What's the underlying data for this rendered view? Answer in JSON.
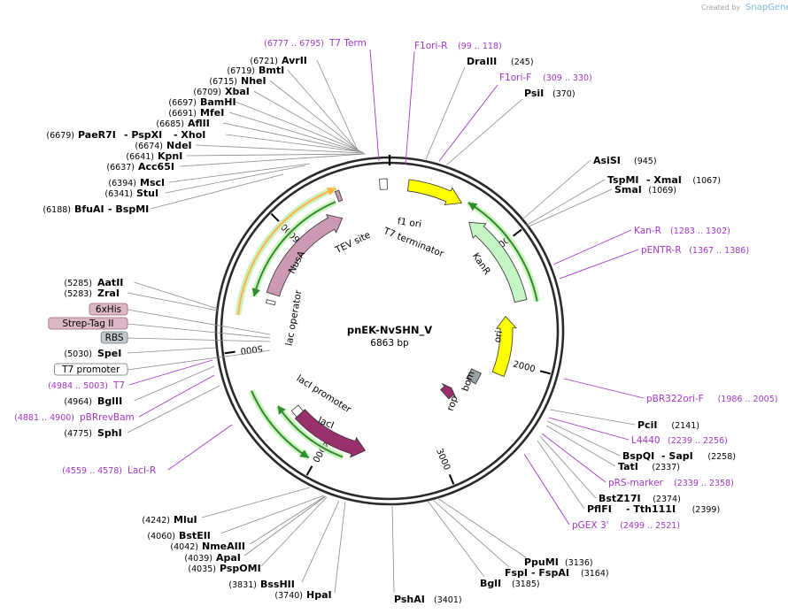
{
  "plasmid": {
    "name": "pnEK-NvSHN_V",
    "size_label": "6863 bp",
    "length": 6863
  },
  "branding": {
    "created_by": "Created by",
    "product": "SnapGene"
  },
  "ticks": [
    {
      "pos": 1000,
      "label": "1000"
    },
    {
      "pos": 2000,
      "label": "2000"
    },
    {
      "pos": 3000,
      "label": "3000"
    },
    {
      "pos": 4000,
      "label": "4000"
    },
    {
      "pos": 5000,
      "label": "5000"
    },
    {
      "pos": 6000,
      "label": "6000"
    }
  ],
  "features": [
    {
      "id": "nusa",
      "label": "NusA",
      "start": 5480,
      "end": 6430,
      "ring": 138,
      "width": 15,
      "dir": 1,
      "color": "#cc99b3"
    },
    {
      "id": "laci",
      "label": "lacI",
      "start": 3650,
      "end": 4330,
      "ring": 138,
      "width": 15,
      "dir": -1,
      "color": "#99306b"
    },
    {
      "id": "kanr",
      "label": "KanR",
      "start": 690,
      "end": 1470,
      "ring": 152,
      "width": 14,
      "dir": -1,
      "color": "#c4f5c4"
    },
    {
      "id": "ori",
      "label": "ori",
      "start": 1580,
      "end": 2130,
      "ring": 132,
      "width": 14,
      "dir": -1,
      "color": "#ffff00"
    },
    {
      "id": "f1ori",
      "label": "f1 ori",
      "start": 140,
      "end": 560,
      "ring": 166,
      "width": 13,
      "dir": 1,
      "color": "#ffff00"
    },
    {
      "id": "rop",
      "label": "rop",
      "start": 2530,
      "end": 2650,
      "ring": 95,
      "width": 14,
      "dir": -1,
      "color": "#99306b"
    },
    {
      "id": "bom",
      "label": "bom",
      "start": 2190,
      "end": 2320,
      "ring": 108,
      "width": 12,
      "dir": 0,
      "color": "#99a3a6"
    },
    {
      "id": "tev",
      "label": "TEV site",
      "start": 6455,
      "end": 6485,
      "ring": 163,
      "width": 12,
      "dir": 0,
      "color": "#cc99b3"
    },
    {
      "id": "t7term",
      "label": "T7 terminator",
      "start": 6790,
      "end": 6845,
      "ring": 166,
      "width": 12,
      "dir": 0,
      "color": "#ffffff"
    },
    {
      "id": "lacprom",
      "label": "lacI promoter",
      "start": 4330,
      "end": 4400,
      "ring": 138,
      "width": 10,
      "dir": 0,
      "color": "#ffffff"
    },
    {
      "id": "lacop",
      "label": "lac operator",
      "start": 5390,
      "end": 5420,
      "ring": 138,
      "width": 10,
      "dir": 0,
      "color": "#ffffff"
    }
  ],
  "thin_arrows": [
    {
      "start": 5260,
      "end": 6470,
      "ring": 172,
      "color": "#ffb347",
      "dir": 1
    },
    {
      "start": 5420,
      "end": 6430,
      "ring": 158,
      "color": "#2e8b2e",
      "dir": -1
    },
    {
      "start": 3820,
      "end": 4500,
      "ring": 152,
      "color": "#2e8b2e",
      "dir": 1
    },
    {
      "start": 4050,
      "end": 4700,
      "ring": 170,
      "color": "#2e8b2e",
      "dir": -1
    },
    {
      "start": 600,
      "end": 1500,
      "ring": 170,
      "color": "#2e8b2e",
      "dir": -1
    }
  ],
  "sites_top_left": [
    {
      "coord": "(6777 .. 6795)",
      "name": "T7 Term",
      "primer": true
    },
    {
      "coord": "(6721)",
      "name": "AvrII"
    },
    {
      "coord": "(6719)",
      "name": "BmtI"
    },
    {
      "coord": "(6715)",
      "name": "NheI"
    },
    {
      "coord": "(6709)",
      "name": "XbaI"
    },
    {
      "coord": "(6697)",
      "name": "BamHI"
    },
    {
      "coord": "(6691)",
      "name": "MfeI"
    },
    {
      "coord": "(6685)",
      "name": "AflII"
    },
    {
      "coord": "(6679)",
      "name": "PaeR7I",
      "name2": "- PspXI",
      "name3": "- XhoI"
    },
    {
      "coord": "(6674)",
      "name": "NdeI"
    },
    {
      "coord": "(6641)",
      "name": "KpnI"
    },
    {
      "coord": "(6637)",
      "name": "Acc65I"
    },
    {
      "coord": "(6394)",
      "name": "MscI"
    },
    {
      "coord": "(6341)",
      "name": "StuI"
    },
    {
      "coord": "(6188)",
      "name": "BfuAI",
      "name2": "- BspMI"
    }
  ],
  "sites_left": [
    {
      "coord": "(5285)",
      "name": "AatII"
    },
    {
      "coord": "(5283)",
      "name": "ZraI"
    },
    {
      "box": "6xHis",
      "fill": "#dcb7c6",
      "stroke": "#a0607a"
    },
    {
      "box": "Strep-Tag II",
      "fill": "#dcb7c6",
      "stroke": "#a0607a"
    },
    {
      "box": "RBS",
      "fill": "#c3c9cc",
      "stroke": "#6a7478"
    },
    {
      "coord": "(5030)",
      "name": "SpeI"
    },
    {
      "box": "T7 promoter",
      "fill": "#ffffff",
      "stroke": "#6a7478"
    },
    {
      "pcoord": "(4984 .. 5003)",
      "primer_name": "T7"
    },
    {
      "coord": "(4964)",
      "name": "BglII"
    },
    {
      "pcoord": "(4881 .. 4900)",
      "primer_name": "pBRrevBam"
    },
    {
      "coord": "(4775)",
      "name": "SphI"
    },
    {
      "pcoord": "(4559 .. 4578)",
      "primer_name": "LacI-R"
    }
  ],
  "sites_top_right": [
    {
      "primer_name": "F1ori-R",
      "pcoord": "(99 .. 118)"
    },
    {
      "name": "DraIII",
      "coord": "(245)"
    },
    {
      "primer_name": "F1ori-F",
      "pcoord": "(309 .. 330)"
    },
    {
      "name": "PsiI",
      "coord": "(370)"
    }
  ],
  "sites_right": [
    {
      "name": "AsiSI",
      "coord": "(945)"
    },
    {
      "name": "TspMI",
      "name2": "- XmaI",
      "coord": "(1067)"
    },
    {
      "name": "SmaI",
      "coord": "(1069)"
    },
    {
      "primer_name": "Kan-R",
      "pcoord": "(1283 .. 1302)"
    },
    {
      "primer_name": "pENTR-R",
      "pcoord": "(1367 .. 1386)"
    },
    {
      "primer_name": "pBR322ori-F",
      "pcoord": "(1986 .. 2005)"
    },
    {
      "name": "PciI",
      "coord": "(2141)"
    },
    {
      "primer_name": "L4440",
      "pcoord": "(2239 .. 2256)"
    },
    {
      "name": "BspQI",
      "name2": "- SapI",
      "coord": "(2258)"
    },
    {
      "name": "TatI",
      "coord": "(2337)"
    },
    {
      "primer_name": "pRS-marker",
      "pcoord": "(2339 .. 2358)"
    },
    {
      "name": "BstZ17I",
      "coord": "(2374)"
    },
    {
      "name": "PflFI",
      "name2": "- Tth111I",
      "coord": "(2399)"
    },
    {
      "primer_name": "pGEX 3'",
      "pcoord": "(2499 .. 2521)"
    }
  ],
  "sites_bottom": [
    {
      "coord": "(4242)",
      "name": "MluI"
    },
    {
      "coord": "(4060)",
      "name": "BstEII"
    },
    {
      "coord": "(4042)",
      "name": "NmeAIII"
    },
    {
      "coord": "(4039)",
      "name": "ApaI"
    },
    {
      "coord": "(4035)",
      "name": "PspOMI"
    },
    {
      "coord": "(3831)",
      "name": "BssHII"
    },
    {
      "coord": "(3740)",
      "name": "HpaI"
    },
    {
      "name": "PshAI",
      "coord": "(3401)"
    },
    {
      "name": "BglI",
      "coord": "(3185)"
    },
    {
      "name": "FspI",
      "name2": "- FspAI",
      "coord": "(3164)"
    },
    {
      "name": "PpuMI",
      "coord": "(3136)"
    }
  ]
}
